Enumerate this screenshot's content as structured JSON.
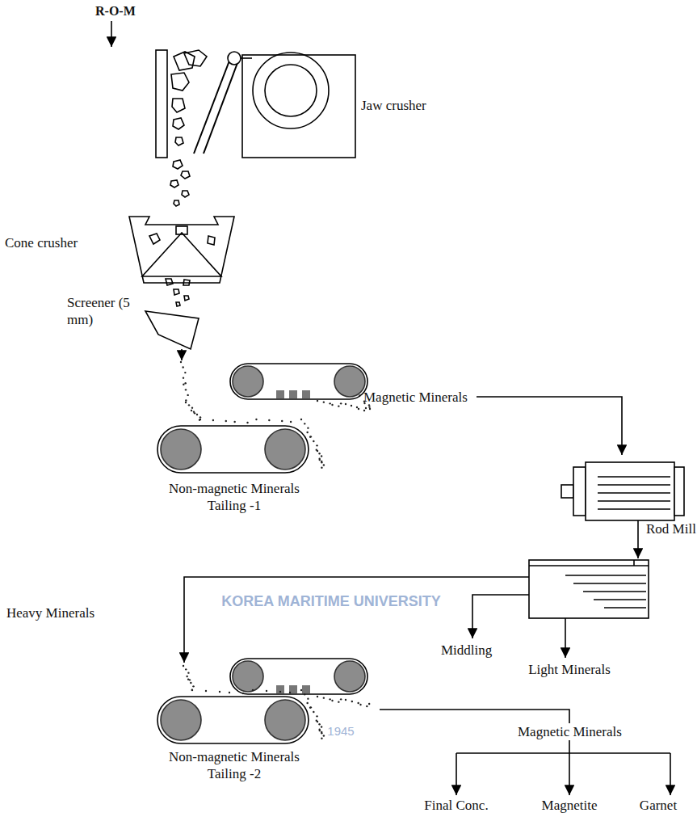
{
  "diagram": {
    "labels": [
      "R-O-M",
      "Jaw crusher",
      "Cone crusher",
      "Screener (5 mm)",
      "Magnetic Minerals",
      "Non-magnetic Minerals Tailing -1",
      "Rod Mill",
      "Heavy Minerals",
      "Middling",
      "Light Minerals",
      "Magnetic Minerals",
      "Non-magnetic Minerals Tailing -2",
      "Final Conc.",
      "Magnetite",
      "Garnet",
      "KOREA MARITIME UNIVERSITY",
      "1945"
    ]
  }
}
